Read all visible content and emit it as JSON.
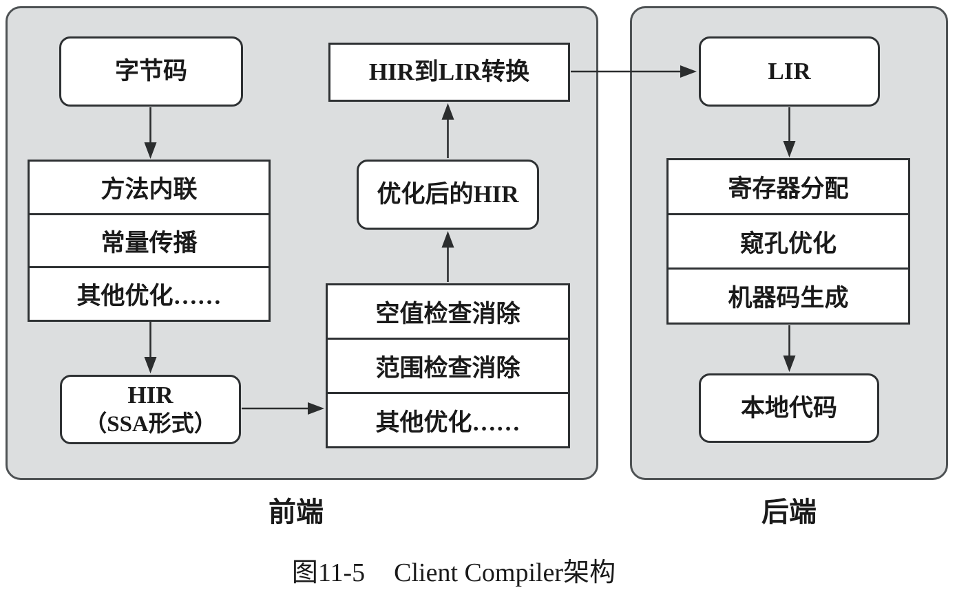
{
  "figure": {
    "caption_number": "图11-5",
    "caption_title": "Client Compiler架构"
  },
  "frontend": {
    "label": "前端",
    "bytecode": "字节码",
    "opt_stack": [
      "方法内联",
      "常量传播",
      "其他优化……"
    ],
    "hir_line1": "HIR",
    "hir_line2": "（SSA形式）",
    "check_stack": [
      "空值检查消除",
      "范围检查消除",
      "其他优化……"
    ],
    "optimized_hir": "优化后的HIR",
    "hir_to_lir": "HIR到LIR转换"
  },
  "backend": {
    "label": "后端",
    "lir": "LIR",
    "codegen_stack": [
      "寄存器分配",
      "窥孔优化",
      "机器码生成"
    ],
    "native_code": "本地代码"
  },
  "colors": {
    "panel_fill": "#dcdedf",
    "panel_border": "#4e5254",
    "box_border": "#2e3133",
    "arrow": "#2b2d2e"
  }
}
